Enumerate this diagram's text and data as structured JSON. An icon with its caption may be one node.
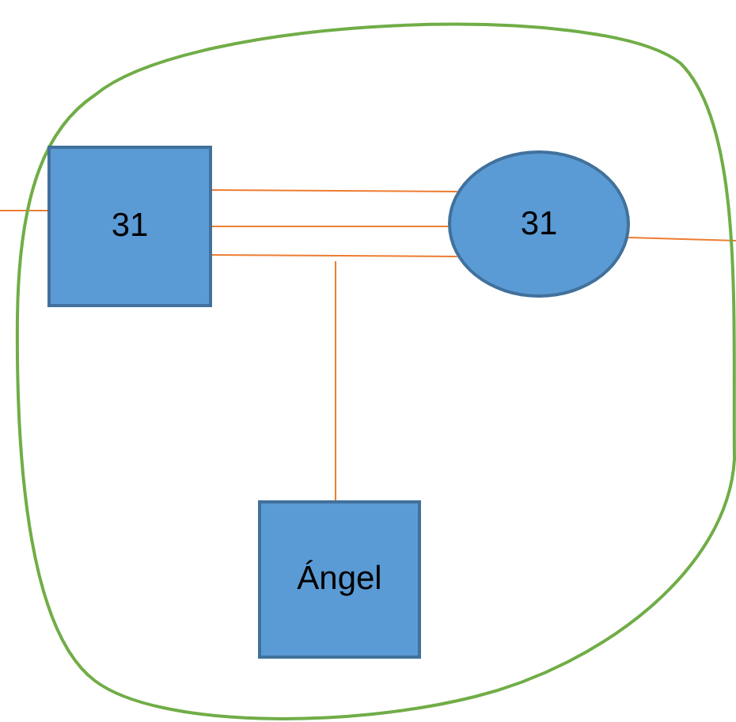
{
  "diagram": {
    "nodes": [
      {
        "text": [],
        "shape": "blob"
      },
      {
        "text": [
          "31"
        ],
        "in": 0
      },
      {
        "text": [
          "31"
        ],
        "in": 0
      },
      {
        "text": [
          "Ángel"
        ],
        "in": 0
      }
    ],
    "edges": [
      {
        "from": null,
        "to": 1,
        "arrow": "none"
      },
      {
        "from": 1,
        "to": 2,
        "arrow": "none"
      },
      {
        "from": 1,
        "to": 2,
        "arrow": "none"
      },
      {
        "from": 1,
        "to": 2,
        "arrow": "none"
      },
      {
        "from": null,
        "to": 3,
        "arrow": "none"
      },
      {
        "from": 2,
        "to": null,
        "arrow": "none"
      }
    ]
  }
}
